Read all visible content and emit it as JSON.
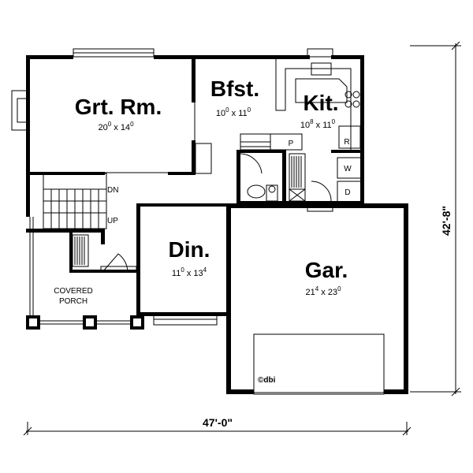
{
  "rooms": {
    "great_room": {
      "name": "Grt. Rm.",
      "w": "20",
      "w_in": "0",
      "h": "14",
      "h_in": "0"
    },
    "breakfast": {
      "name": "Bfst.",
      "w": "10",
      "w_in": "0",
      "h": "11",
      "h_in": "0"
    },
    "kitchen": {
      "name": "Kit.",
      "w": "10",
      "w_in": "8",
      "h": "11",
      "h_in": "0"
    },
    "dining": {
      "name": "Din.",
      "w": "11",
      "w_in": "0",
      "h": "13",
      "h_in": "4"
    },
    "garage": {
      "name": "Gar.",
      "w": "21",
      "w_in": "4",
      "h": "23",
      "h_in": "0"
    }
  },
  "labels": {
    "porch_line1": "COVERED",
    "porch_line2": "PORCH",
    "stair_down": "DN",
    "stair_up": "UP",
    "pantry": "P",
    "refrigerator": "R",
    "washer": "W",
    "dryer": "D",
    "copyright": "©dbi"
  },
  "dimensions": {
    "overall_width": "47'-0\"",
    "overall_depth": "42'-8\""
  }
}
